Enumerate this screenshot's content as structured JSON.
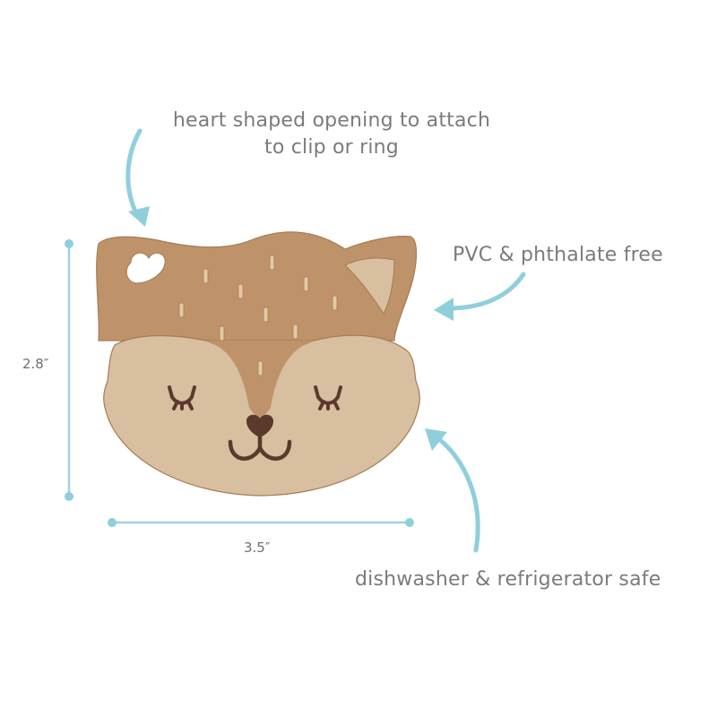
{
  "callouts": {
    "heart_opening": {
      "line1": "heart shaped opening to attach",
      "line2": "to clip or ring"
    },
    "pvc_free": "PVC & phthalate free",
    "dishwasher_safe": "dishwasher & refrigerator safe"
  },
  "dimensions": {
    "height": "2.8″",
    "width": "3.5″"
  },
  "product": {
    "name": "fox-teether",
    "features": [
      "heart-shaped-opening",
      "ear-inner",
      "fur-marks",
      "closed-eyes",
      "heart-nose",
      "smile"
    ]
  },
  "colors": {
    "accent_arrow": "#8fcfdc",
    "dimension_line": "#9fd3dc",
    "fox_brown": "#bf936a",
    "fox_light": "#d8bf9f",
    "feature_dark": "#5a3a2c",
    "text": "#7b7b7b"
  }
}
